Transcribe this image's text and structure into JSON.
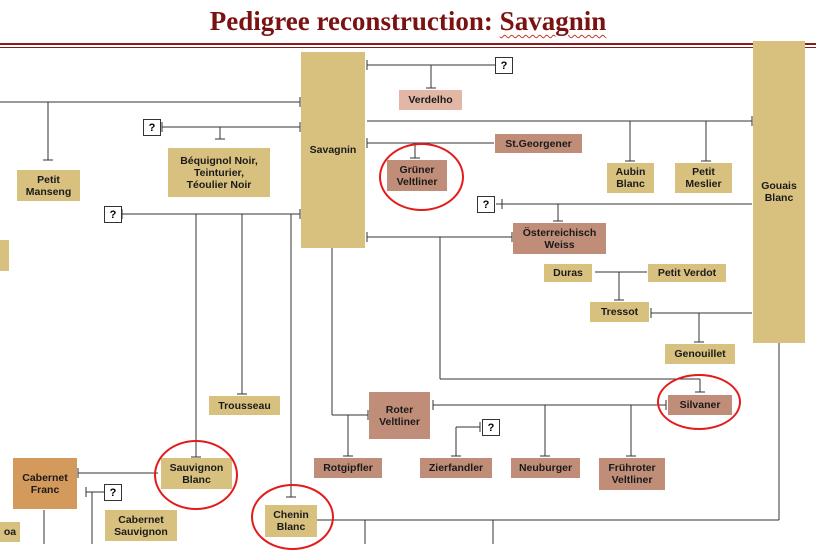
{
  "title": {
    "prefix": "Pedigree reconstruction: ",
    "name": "Savagnin"
  },
  "unknown_marker": "?",
  "nodes": {
    "savagnin": "Savagnin",
    "gouais_blanc": "Gouais\nBlanc",
    "petit_manseng": "Petit\nManseng",
    "bequignol": "Béquignol Noir,\nTeinturier,\nTéoulier Noir",
    "verdelho": "Verdelho",
    "st_georgener": "St.Georgener",
    "gruner_veltliner": "Grüner\nVeltliner",
    "aubin_blanc": "Aubin\nBlanc",
    "petit_meslier": "Petit\nMeslier",
    "osterreichisch_weiss": "Österreichisch\nWeiss",
    "duras": "Duras",
    "petit_verdot": "Petit Verdot",
    "tressot": "Tressot",
    "genouillet": "Genouillet",
    "trousseau": "Trousseau",
    "roter_veltliner": "Roter\nVeltliner",
    "silvaner": "Silvaner",
    "rotgipfler": "Rotgipfler",
    "zierfandler": "Zierfandler",
    "neuburger": "Neuburger",
    "fruhroter_veltliner": "Frühroter\nVeltliner",
    "sauvignon_blanc": "Sauvignon\nBlanc",
    "cabernet_franc": "Cabernet\nFranc",
    "cabernet_sauvignon": "Cabernet\nSauvignon",
    "chenin_blanc": "Chenin\nBlanc",
    "edge_label": "oa"
  },
  "colors": {
    "title": "#7a1212",
    "rule": "#8b1c1c",
    "tan": "#d8c17f",
    "brown": "#c08d78",
    "pink": "#e3b7a5",
    "orange": "#d49a5c",
    "highlight": "#e31b1b",
    "line": "#333333"
  },
  "highlighted": [
    "gruner_veltliner",
    "silvaner",
    "sauvignon_blanc",
    "chenin_blanc"
  ]
}
